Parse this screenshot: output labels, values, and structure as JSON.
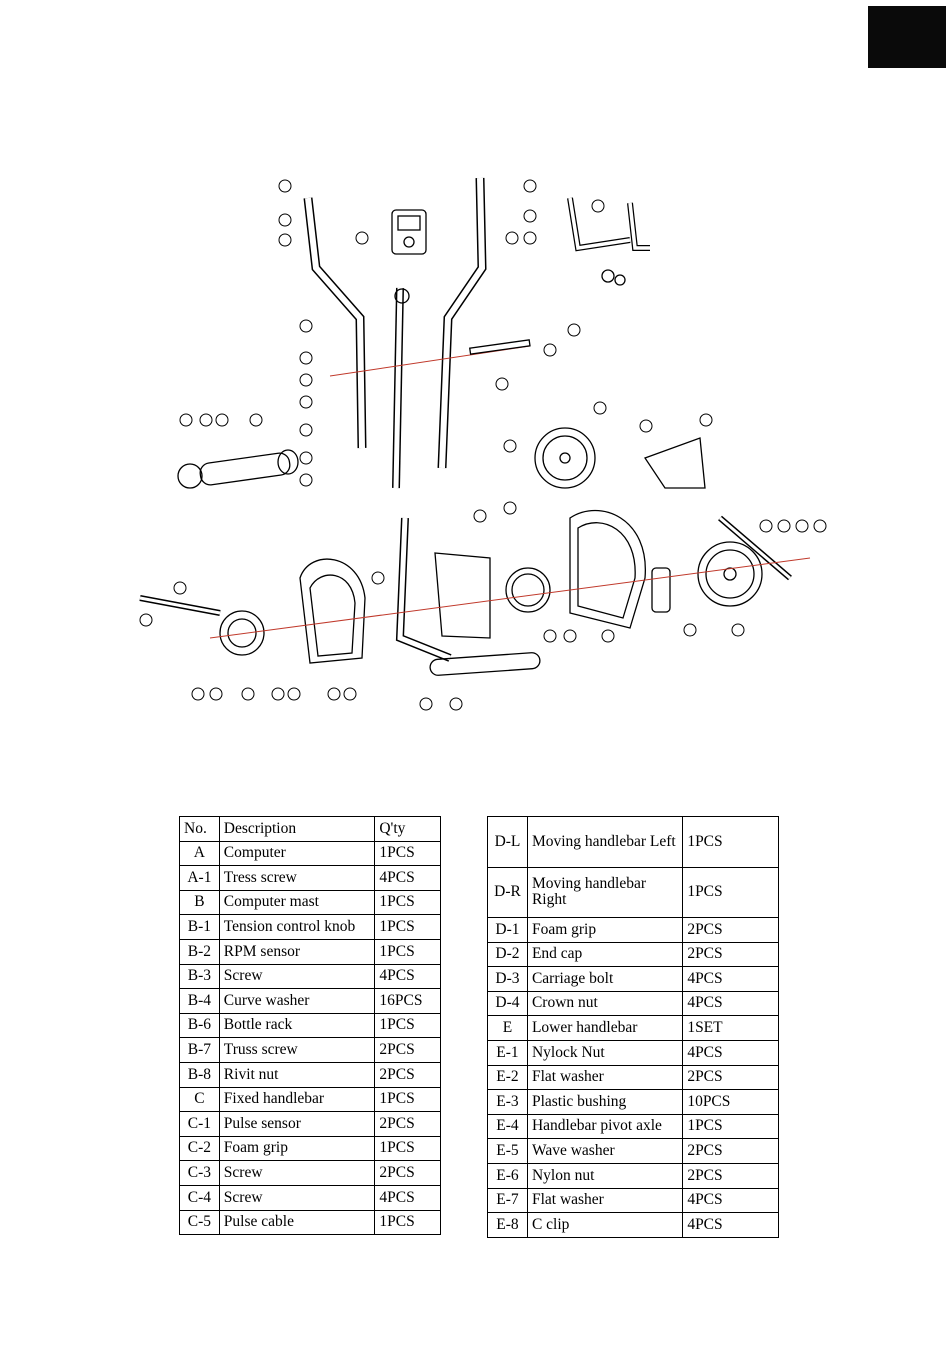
{
  "parts_left": {
    "header": {
      "no": "No.",
      "description": "Description",
      "qty": "Q'ty"
    },
    "rows": [
      {
        "no": "A",
        "description": "Computer",
        "qty": "1PCS"
      },
      {
        "no": "A-1",
        "description": "Tress screw",
        "qty": "4PCS"
      },
      {
        "no": "B",
        "description": "Computer mast",
        "qty": "1PCS"
      },
      {
        "no": "B-1",
        "description": "Tension control knob",
        "qty": "1PCS"
      },
      {
        "no": "B-2",
        "description": "RPM sensor",
        "qty": "1PCS"
      },
      {
        "no": "B-3",
        "description": "Screw",
        "qty": "4PCS"
      },
      {
        "no": "B-4",
        "description": "Curve washer",
        "qty": "16PCS"
      },
      {
        "no": "B-6",
        "description": "Bottle rack",
        "qty": "1PCS"
      },
      {
        "no": "B-7",
        "description": "Truss screw",
        "qty": "2PCS"
      },
      {
        "no": "B-8",
        "description": "Rivit nut",
        "qty": "2PCS"
      },
      {
        "no": "C",
        "description": "Fixed handlebar",
        "qty": "1PCS"
      },
      {
        "no": "C-1",
        "description": "Pulse sensor",
        "qty": "2PCS"
      },
      {
        "no": "C-2",
        "description": "Foam grip",
        "qty": "1PCS"
      },
      {
        "no": "C-3",
        "description": "Screw",
        "qty": "2PCS"
      },
      {
        "no": "C-4",
        "description": "Screw",
        "qty": "4PCS"
      },
      {
        "no": "C-5",
        "description": "Pulse cable",
        "qty": "1PCS"
      }
    ]
  },
  "parts_right": {
    "rows": [
      {
        "no": "D-L",
        "description": "Moving handlebar Left",
        "qty": "1PCS"
      },
      {
        "no": "D-R",
        "description": "Moving handlebar Right",
        "qty": "1PCS"
      },
      {
        "no": "D-1",
        "description": "Foam grip",
        "qty": "2PCS"
      },
      {
        "no": "D-2",
        "description": "End cap",
        "qty": "2PCS"
      },
      {
        "no": "D-3",
        "description": "Carriage bolt",
        "qty": "4PCS"
      },
      {
        "no": "D-4",
        "description": "Crown nut",
        "qty": "4PCS"
      },
      {
        "no": "E",
        "description": "Lower handlebar",
        "qty": "1SET"
      },
      {
        "no": "E-1",
        "description": "Nylock Nut",
        "qty": "4PCS"
      },
      {
        "no": "E-2",
        "description": "Flat washer",
        "qty": "2PCS"
      },
      {
        "no": "E-3",
        "description": "Plastic bushing",
        "qty": "10PCS"
      },
      {
        "no": "E-4",
        "description": "Handlebar pivot axle",
        "qty": "1PCS"
      },
      {
        "no": "E-5",
        "description": "Wave washer",
        "qty": "2PCS"
      },
      {
        "no": "E-6",
        "description": "Nylon nut",
        "qty": "2PCS"
      },
      {
        "no": "E-7",
        "description": "Flat washer",
        "qty": "4PCS"
      },
      {
        "no": "E-8",
        "description": "C clip",
        "qty": "4PCS"
      }
    ]
  },
  "colors": {
    "ink": "#000000",
    "tab": "#0a0a0a",
    "axis_line": "#c0392b"
  },
  "diagram": {
    "icon": "exploded-parts-diagram"
  }
}
